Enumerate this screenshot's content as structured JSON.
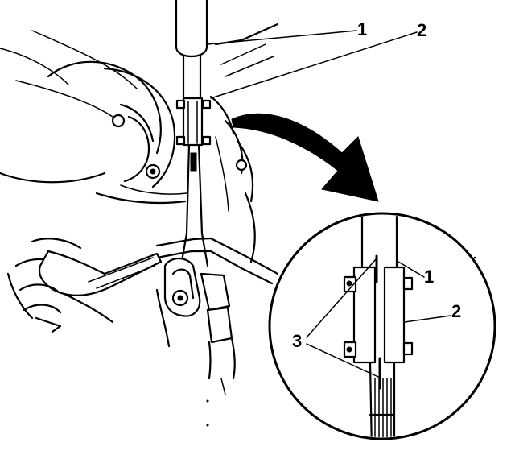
{
  "callouts": {
    "main_1": "1",
    "main_2": "2",
    "detail_1": "1",
    "detail_2": "2",
    "detail_3": "3"
  }
}
